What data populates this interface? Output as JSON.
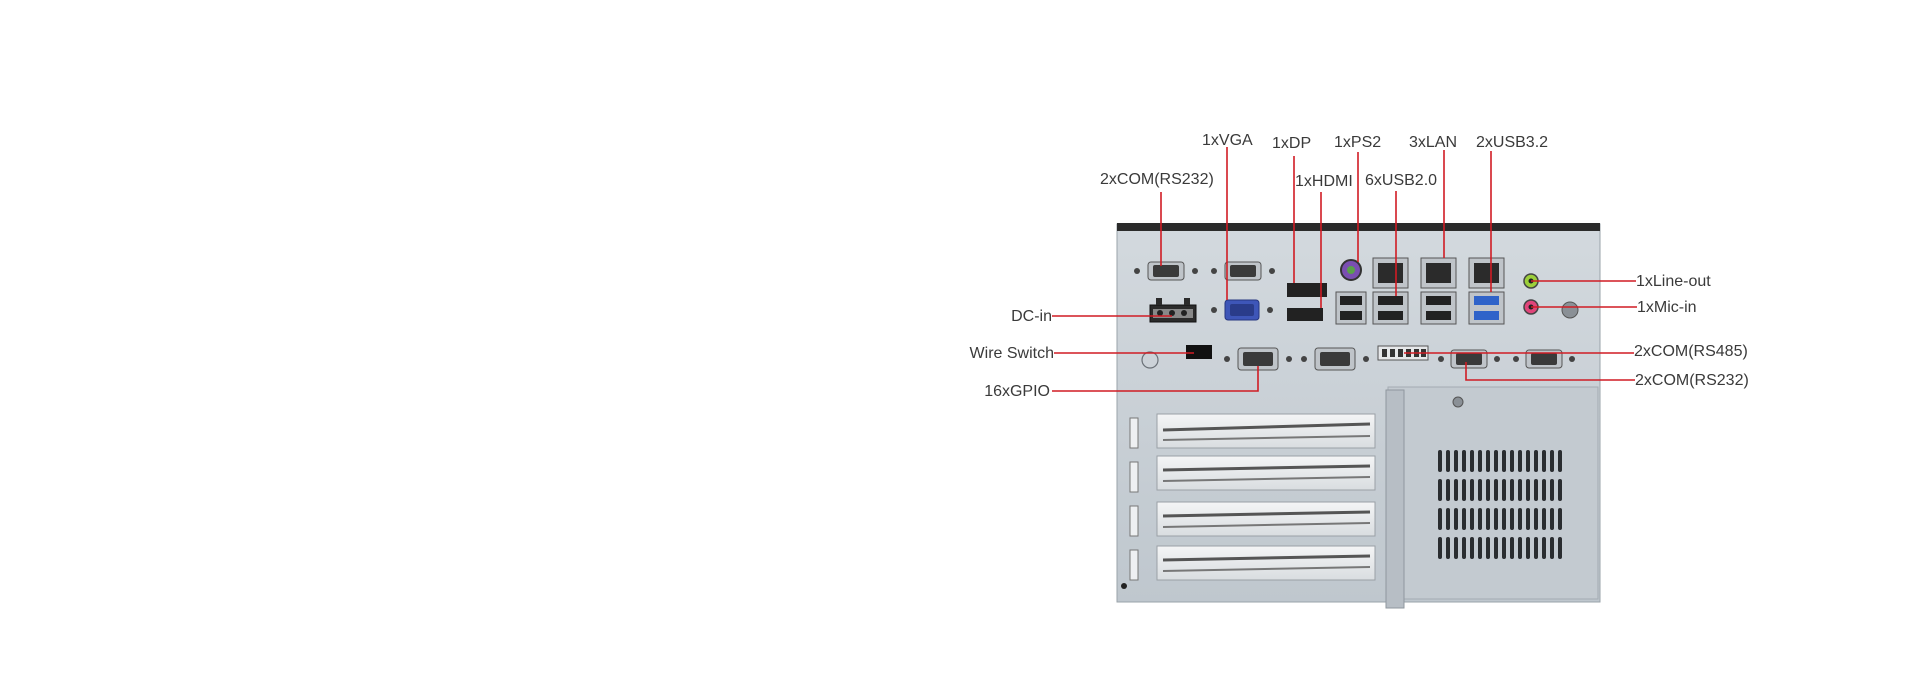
{
  "diagram": {
    "labels": {
      "vga": "1xVGA",
      "dp": "1xDP",
      "ps2": "1xPS2",
      "lan": "3xLAN",
      "usb32": "2xUSB3.2",
      "com232_top": "2xCOM(RS232)",
      "hdmi": "1xHDMI",
      "usb20": "6xUSB2.0",
      "dc_in": "DC-in",
      "wire_switch": "Wire Switch",
      "gpio": "16xGPIO",
      "line_out": "1xLine-out",
      "mic_in": "1xMic-in",
      "com485": "2xCOM(RS485)",
      "com232_right": "2xCOM(RS232)"
    },
    "colors": {
      "leader": "#d01c24",
      "chassis": "#c9d0d6",
      "chassis_shadow": "#aeb6bd",
      "top_edge": "#2b2b2b",
      "port_dark": "#222222",
      "vga_blue": "#3e56b8",
      "usb3_blue": "#2f63c9",
      "line_out_green": "#9ccf3a",
      "mic_pink": "#e0457a",
      "ps2_purple": "#7a4fb1"
    }
  }
}
